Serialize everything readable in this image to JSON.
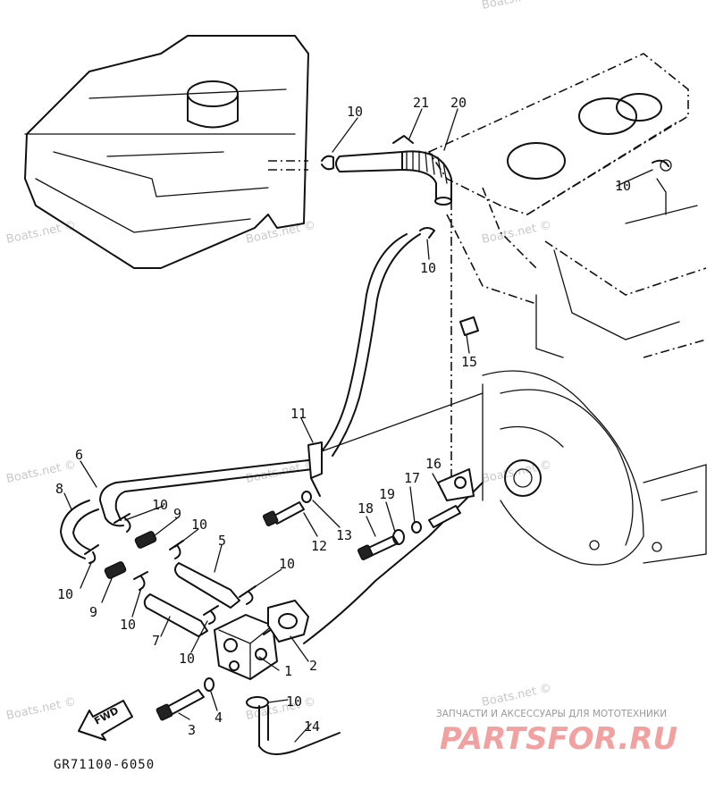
{
  "diagram": {
    "code": "GR71100-6050",
    "fwd_label": "FWD",
    "watermarks": [
      "Boats.net ©",
      "Boats.net ©",
      "Boats.net ©",
      "Boats.net ©",
      "Boats.net ©",
      "Boats.net ©",
      "Boats.net ©",
      "Boats.net ©",
      "Boats.net ©",
      "Boats.net ©"
    ],
    "branding": {
      "tagline": "ЗАПЧАСТИ И АКСЕССУАРЫ ДЛЯ МОТОТЕХНИКИ",
      "logo": "PARTSFOR.RU"
    },
    "callouts": [
      {
        "id": "c1",
        "label": "1"
      },
      {
        "id": "c2",
        "label": "2"
      },
      {
        "id": "c3",
        "label": "3"
      },
      {
        "id": "c4",
        "label": "4"
      },
      {
        "id": "c5",
        "label": "5"
      },
      {
        "id": "c6",
        "label": "6"
      },
      {
        "id": "c7",
        "label": "7"
      },
      {
        "id": "c8",
        "label": "8"
      },
      {
        "id": "c9a",
        "label": "9"
      },
      {
        "id": "c9b",
        "label": "9"
      },
      {
        "id": "c10a",
        "label": "10"
      },
      {
        "id": "c10b",
        "label": "10"
      },
      {
        "id": "c10c",
        "label": "10"
      },
      {
        "id": "c10d",
        "label": "10"
      },
      {
        "id": "c10e",
        "label": "10"
      },
      {
        "id": "c10f",
        "label": "10"
      },
      {
        "id": "c10g",
        "label": "10"
      },
      {
        "id": "c10h",
        "label": "10"
      },
      {
        "id": "c10i",
        "label": "10"
      },
      {
        "id": "c10j",
        "label": "10"
      },
      {
        "id": "c10k",
        "label": "10"
      },
      {
        "id": "c11",
        "label": "11"
      },
      {
        "id": "c12",
        "label": "12"
      },
      {
        "id": "c13",
        "label": "13"
      },
      {
        "id": "c14",
        "label": "14"
      },
      {
        "id": "c15",
        "label": "15"
      },
      {
        "id": "c16",
        "label": "16"
      },
      {
        "id": "c17",
        "label": "17"
      },
      {
        "id": "c18",
        "label": "18"
      },
      {
        "id": "c19",
        "label": "19"
      },
      {
        "id": "c20",
        "label": "20"
      },
      {
        "id": "c21",
        "label": "21"
      }
    ]
  }
}
